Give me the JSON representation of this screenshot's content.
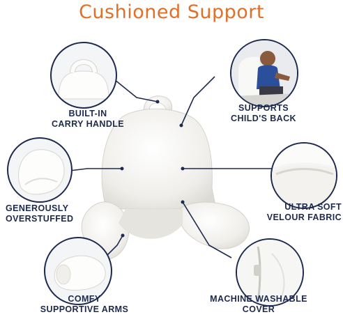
{
  "title": "Cushioned Support",
  "features": {
    "carry_handle": [
      "BUILT-IN",
      "CARRY HANDLE"
    ],
    "child_back": [
      "SUPPORTS",
      "CHILD'S BACK"
    ],
    "overstuffed": [
      "GENEROUSLY",
      "OVERSTUFFED"
    ],
    "velour": [
      "ULTRA SOFT",
      "VELOUR FABRIC"
    ],
    "arms": [
      "COMFY",
      "SUPPORTIVE ARMS"
    ],
    "washable": [
      "MACHINE WASHABLE",
      "COVER"
    ]
  },
  "colors": {
    "title": "#e06f28",
    "text": "#1d2a4d",
    "lines": "#1d2a4d",
    "pillow": "#f2f1ee"
  }
}
